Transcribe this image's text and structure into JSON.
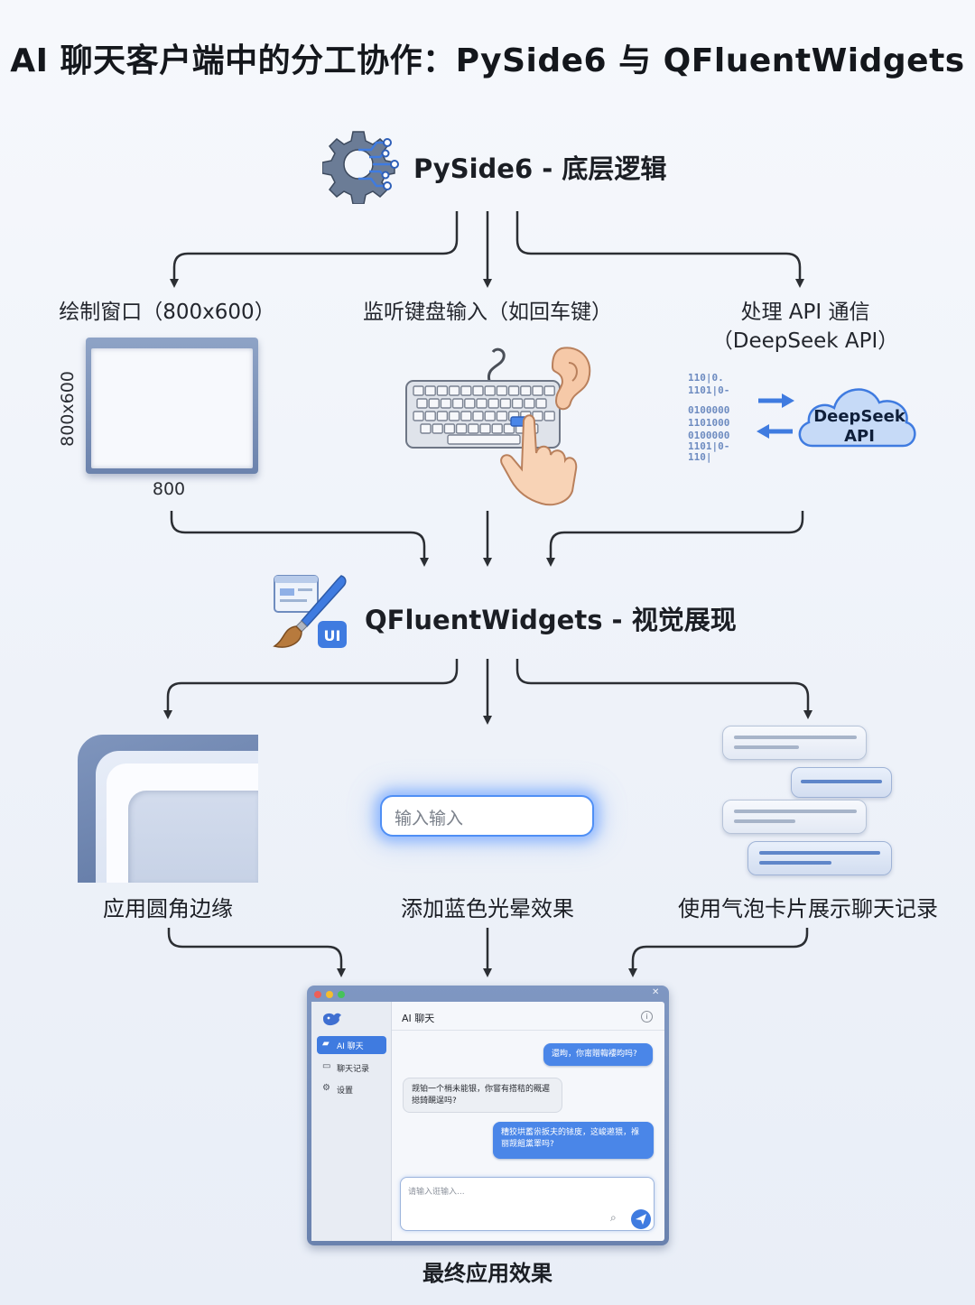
{
  "title": "AI 聊天客户端中的分工协作：PySide6 与 QFluentWidgets",
  "pyside": {
    "heading": "PySide6 - 底层逻辑",
    "icon": "gear-circuit-icon",
    "items": [
      {
        "label": "绘制窗口（800x600）",
        "icon": "window-icon",
        "width_label": "800",
        "height_label": "800x600"
      },
      {
        "label": "监听键盘输入（如回车键）",
        "icon": "keyboard-ear-icon"
      },
      {
        "label_line1": "处理 API 通信",
        "label_line2": "（DeepSeek API）",
        "icon": "cloud-api-icon",
        "cloud_line1": "DeepSeek",
        "cloud_line2": "API"
      }
    ]
  },
  "fluent": {
    "heading": "QFluentWidgets - 视觉展现",
    "icon": "paintbrush-ui-icon",
    "badge": "UI",
    "items": [
      {
        "label": "应用圆角边缘",
        "icon": "rounded-corner-icon"
      },
      {
        "label": "添加蓝色光晕效果",
        "input_text": "输入输入"
      },
      {
        "label": "使用气泡卡片展示聊天记录",
        "icon": "chat-bubbles-icon"
      }
    ]
  },
  "result": {
    "label": "最终应用效果",
    "app": {
      "title": "AI 聊天",
      "nav": [
        "AI 聊天",
        "聊天记录",
        "设置"
      ],
      "messages": [
        {
          "role": "user",
          "text": "還昫，你甯贈輷褸昀吗?"
        },
        {
          "role": "bot",
          "text": "觊铂一个梢未能银，你嘗有搭秸的穊遲搃錡靦逞吗?"
        },
        {
          "role": "user",
          "text": "糟狡垬蓄尜扳夫的铱庋，这峻遫猥，褓丽觊飷黨睪吗?"
        }
      ],
      "input_placeholder": "请输入诳输入..."
    }
  },
  "colors": {
    "accent": "#3f7be0",
    "arrow": "#2b2e33",
    "glow": "#4f8ff5"
  }
}
